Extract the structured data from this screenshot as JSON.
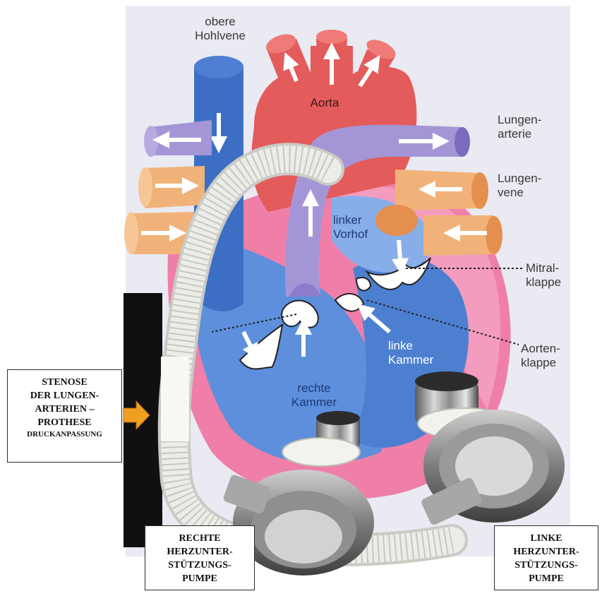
{
  "labels": {
    "obere_hohlvene": [
      "obere",
      "Hohlvene"
    ],
    "aorta": "Aorta",
    "lungenarterie": [
      "Lungen-",
      "arterie"
    ],
    "lungenvene": [
      "Lungen-",
      "vene"
    ],
    "linker_vorhof": [
      "linker",
      "Vorhof"
    ],
    "mitralklappe": [
      "Mitral-",
      "klappe"
    ],
    "aortenklappe": [
      "Aorten-",
      "klappe"
    ],
    "linke_kammer": [
      "linke",
      "Kammer"
    ],
    "rechte_kammer": [
      "rechte",
      "Kammer"
    ]
  },
  "callouts": {
    "stenose": [
      "STENOSE",
      "DER LUNGEN-",
      "ARTERIEN –",
      "PROTHESE",
      "DRUCKANPASSUNG"
    ],
    "rechte_pumpe": [
      "RECHTE",
      "HERZUNTER-",
      "STÜTZUNGS-",
      "PUMPE"
    ],
    "linke_pumpe": [
      "LINKE",
      "HERZUNTER-",
      "STÜTZUNGS-",
      "PUMPE"
    ]
  },
  "colors": {
    "background_panel": "#e9eaf2",
    "vein_blue": "#3c6fc4",
    "aorta_red": "#e35b5a",
    "pulmonary_purple": "#9f8fd0",
    "lung_vein_orange": "#f1b27a",
    "heart_pink": "#ef7fa8",
    "tube_white": "#e9ebe6",
    "arrow_orange": "#f0a020",
    "black_panel": "#101010"
  }
}
